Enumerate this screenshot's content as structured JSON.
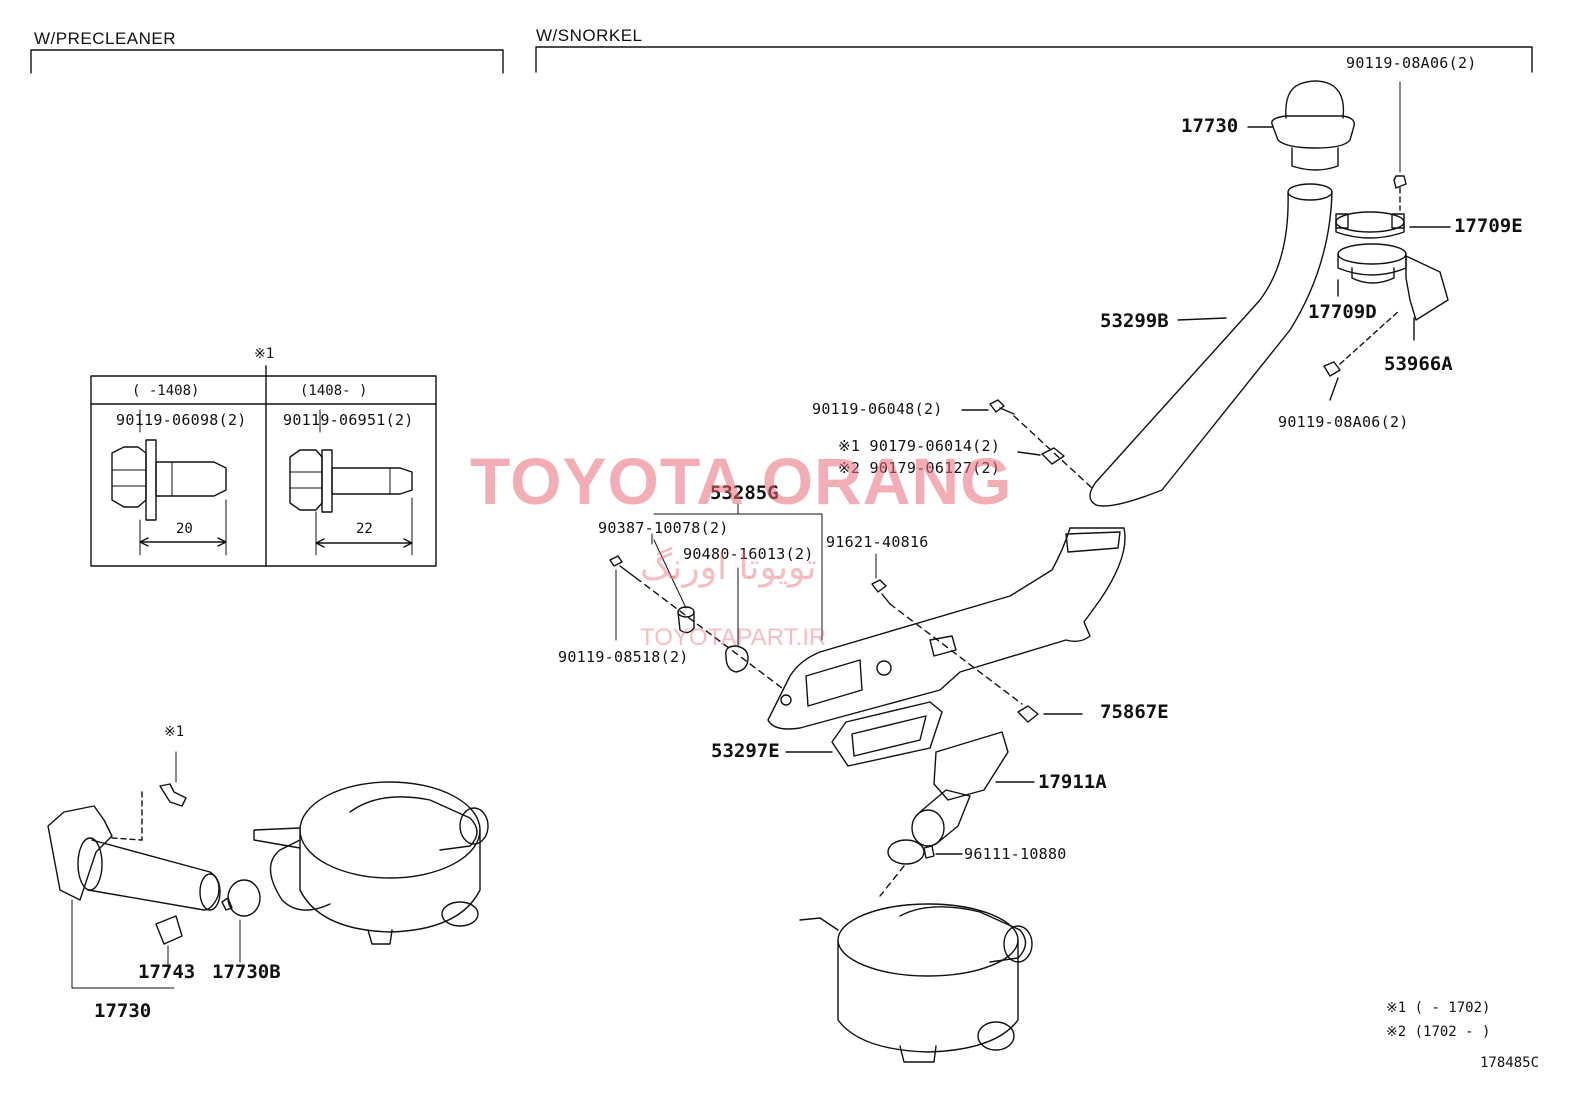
{
  "sections": {
    "precleaner_title": "W/PRECLEANER",
    "snorkel_title": "W/SNORKEL"
  },
  "inset": {
    "note_mark": "※1",
    "col1_header": "(       -1408)",
    "col2_header": "(1408-       )",
    "col1_part": "90119-06098(2)",
    "col2_part": "90119-06951(2)",
    "col1_dim": "20",
    "col2_dim": "22"
  },
  "labels": {
    "p17730_top": "17730",
    "p90119_08A06_top": "90119-08A06(2)",
    "p17709E": "17709E",
    "p17709D": "17709D",
    "p53299B": "53299B",
    "p53966A": "53966A",
    "p90119_08A06_bot": "90119-08A06(2)",
    "p90119_06048": "90119-06048(2)",
    "p90179_06014": "※1 90179-06014(2)",
    "p90179_06127": "※2 90179-06127(2)",
    "p53285G": "53285G",
    "p90387_10078": "90387-10078(2)",
    "p90480_16013": "90480-16013(2)",
    "p91621_40816": "91621-40816",
    "p90119_08518": "90119-08518(2)",
    "p75867E": "75867E",
    "p53297E": "53297E",
    "p17911A": "17911A",
    "p96111_10880": "96111-10880",
    "left_note": "※1",
    "p17743": "17743",
    "p17730B": "17730B",
    "p17730_bottom": "17730"
  },
  "footnotes": {
    "note1": "※1 (       - 1702)",
    "note2": "※2 (1702 -       )",
    "diagram_id": "178485C"
  },
  "watermark": {
    "brand": "TOYOTA ORANG",
    "persian": "تویوتا اورنگ",
    "site": "TOYOTAPART.IR"
  },
  "colors": {
    "line": "#111111",
    "watermark": "#e86c76"
  }
}
